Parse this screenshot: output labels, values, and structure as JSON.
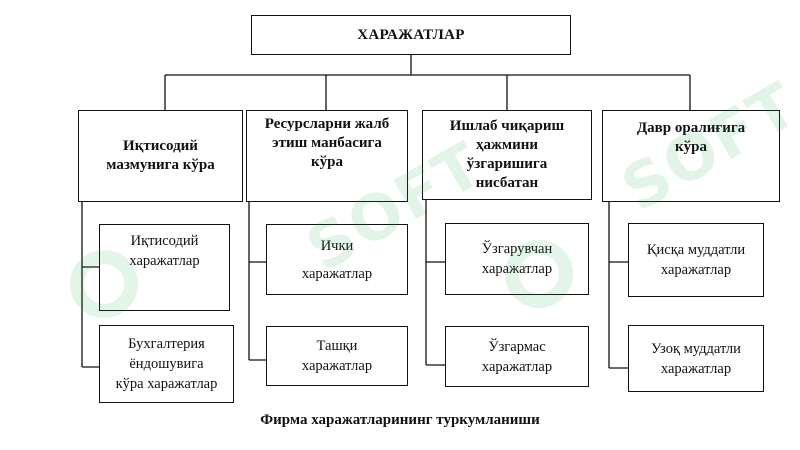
{
  "root": {
    "label": "ХАРАЖАТЛАР"
  },
  "categories": [
    {
      "label": "Иқтисодий\nмазмунига кўра",
      "items": [
        "Иқтисодий\nхаражатлар",
        "Бухгалтерия\nёндошувига\nкўра харажатлар"
      ]
    },
    {
      "label": "Ресурсларни жалб\nэтиш манбасига\nкўра",
      "items": [
        "Ички\nхаражатлар",
        "Ташқи\nхаражатлар"
      ]
    },
    {
      "label": "Ишлаб чиқариш\nҳажмини\nўзгаришига\nнисбатан",
      "items": [
        "Ўзгарувчан\nхаражатлар",
        "Ўзгармас\nхаражатлар"
      ]
    },
    {
      "label": "Давр оралиғига\nкўра",
      "items": [
        "Қисқа муддатли\nхаражатлар",
        "Узоқ муддатли\nхаражатлар"
      ]
    }
  ],
  "caption": "Фирма харажатларининг туркумланиши",
  "watermark": {
    "text": "SOFT",
    "color": "#1aa34a"
  }
}
